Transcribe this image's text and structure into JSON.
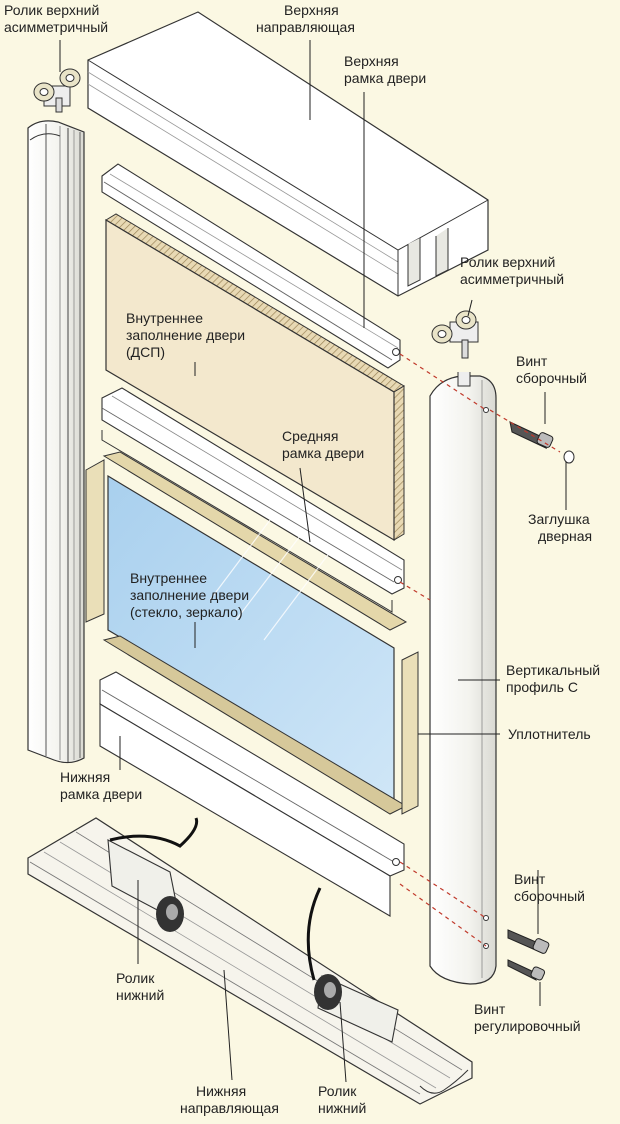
{
  "labels": {
    "top_roller_left": [
      "Ролик верхний",
      "асимметричный"
    ],
    "top_guide": [
      "Верхняя",
      "направляющая"
    ],
    "top_frame": [
      "Верхняя",
      "рамка двери"
    ],
    "top_roller_right": [
      "Ролик верхний",
      "асимметричный"
    ],
    "screw_top": [
      "Винт",
      "сборочный"
    ],
    "chipboard_fill": [
      "Внутреннее",
      "заполнение двери",
      "(ДСП)"
    ],
    "middle_frame": [
      "Средняя",
      "рамка двери"
    ],
    "door_plug": [
      "Заглушка",
      "дверная"
    ],
    "glass_fill": [
      "Внутреннее",
      "заполнение двери",
      "(стекло, зеркало)"
    ],
    "vertical_profile": [
      "Вертикальный",
      "профиль С"
    ],
    "seal": [
      "Уплотнитель"
    ],
    "bottom_frame": [
      "Нижняя",
      "рамка двери"
    ],
    "screw_bottom": [
      "Винт",
      "сборочный"
    ],
    "roller_bottom_left": [
      "Ролик",
      "нижний"
    ],
    "adjust_screw": [
      "Винт",
      "регулировочный"
    ],
    "bottom_guide": [
      "Нижняя",
      "направляющая"
    ],
    "roller_bottom_right": [
      "Ролик",
      "нижний"
    ]
  }
}
